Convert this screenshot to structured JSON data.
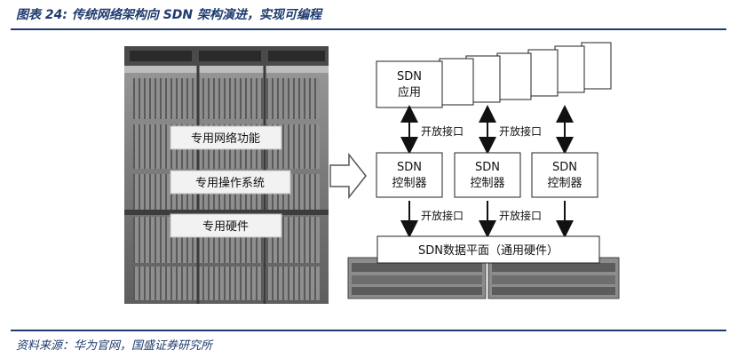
{
  "caption": "图表 24: 传统网络架构向 SDN 架构演进，实现可编程",
  "source": "资料来源：华为官网，国盛证券研究所",
  "traditional": {
    "functions": "专用网络功能",
    "os": "专用操作系统",
    "hardware": "专用硬件"
  },
  "sdn": {
    "app_line1": "SDN",
    "app_line2": "应用",
    "open_interface": "开放接口",
    "controller_line1": "SDN",
    "controller_line2": "控制器",
    "data_plane": "SDN数据平面（通用硬件）"
  },
  "colors": {
    "brand_blue": "#1f3b6e",
    "box_border": "#222222",
    "label_bg": "#f2f2f2"
  }
}
